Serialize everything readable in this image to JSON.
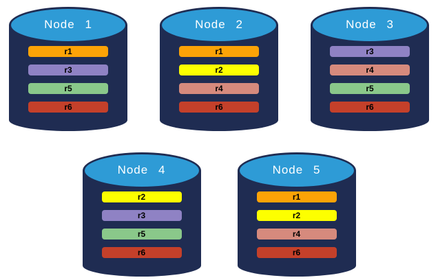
{
  "palette": {
    "background": "#FFFFFF",
    "cylinder_body": "#1F2C52",
    "cylinder_top_fill": "#2E9BD6",
    "cylinder_top_border": "#1F2C52",
    "title_text": "#FFFFFF",
    "bar_text": "#000000"
  },
  "replica_colors": {
    "r1": "#FCA307",
    "r2": "#FDFF00",
    "r3": "#8F82C4",
    "r4": "#D68A7D",
    "r5": "#8AC88A",
    "r6": "#C4402A"
  },
  "nodes": [
    {
      "title": "Node 1",
      "replicas": [
        {
          "label": "r1",
          "color": "#FCA307"
        },
        {
          "label": "r3",
          "color": "#8F82C4"
        },
        {
          "label": "r5",
          "color": "#8AC88A"
        },
        {
          "label": "r6",
          "color": "#C4402A"
        }
      ]
    },
    {
      "title": "Node 2",
      "replicas": [
        {
          "label": "r1",
          "color": "#FCA307"
        },
        {
          "label": "r2",
          "color": "#FDFF00"
        },
        {
          "label": "r4",
          "color": "#D68A7D"
        },
        {
          "label": "r6",
          "color": "#C4402A"
        }
      ]
    },
    {
      "title": "Node 3",
      "replicas": [
        {
          "label": "r3",
          "color": "#8F82C4"
        },
        {
          "label": "r4",
          "color": "#D68A7D"
        },
        {
          "label": "r5",
          "color": "#8AC88A"
        },
        {
          "label": "r6",
          "color": "#C4402A"
        }
      ]
    },
    {
      "title": "Node 4",
      "replicas": [
        {
          "label": "r2",
          "color": "#FDFF00"
        },
        {
          "label": "r3",
          "color": "#8F82C4"
        },
        {
          "label": "r5",
          "color": "#8AC88A"
        },
        {
          "label": "r6",
          "color": "#C4402A"
        }
      ]
    },
    {
      "title": "Node 5",
      "replicas": [
        {
          "label": "r1",
          "color": "#FCA307"
        },
        {
          "label": "r2",
          "color": "#FDFF00"
        },
        {
          "label": "r4",
          "color": "#D68A7D"
        },
        {
          "label": "r6",
          "color": "#C4402A"
        }
      ]
    }
  ]
}
